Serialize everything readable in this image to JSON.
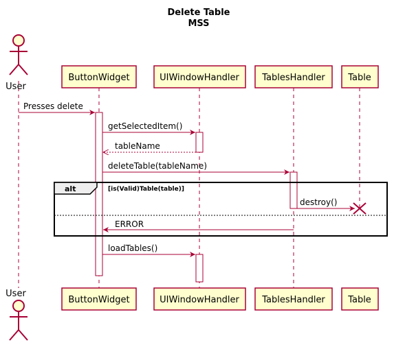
{
  "title": {
    "line1": "Delete Table",
    "line2": "MSS"
  },
  "participants": {
    "user": "User",
    "button_widget": "ButtonWidget",
    "ui_window_handler": "UIWindowHandler",
    "tables_handler": "TablesHandler",
    "table": "Table"
  },
  "messages": {
    "presses_delete": "Presses delete",
    "get_selected_item": "getSelectedItem()",
    "table_name": "tableName",
    "delete_table": "deleteTable(tableName)",
    "destroy": "destroy()",
    "error": "ERROR",
    "load_tables": "loadTables()"
  },
  "fragment": {
    "operator": "alt",
    "guard": "[is(Valid)Table(table)]"
  },
  "colors": {
    "arrow": "#A80036",
    "box_fill": "#FEFECE",
    "box_stroke": "#A80036",
    "lifeline": "#A80036"
  }
}
